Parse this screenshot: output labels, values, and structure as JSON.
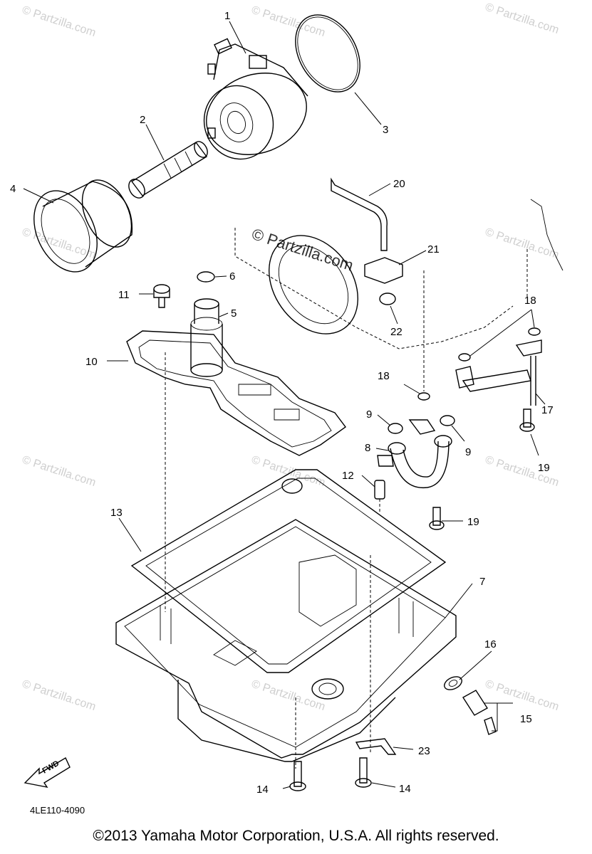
{
  "watermarks": {
    "site": "© Partzilla.com",
    "center": "© Partzilla.com"
  },
  "callouts": [
    {
      "id": "1",
      "text": "1"
    },
    {
      "id": "2",
      "text": "2"
    },
    {
      "id": "3",
      "text": "3"
    },
    {
      "id": "4",
      "text": "4"
    },
    {
      "id": "5",
      "text": "5"
    },
    {
      "id": "6",
      "text": "6"
    },
    {
      "id": "7",
      "text": "7"
    },
    {
      "id": "8",
      "text": "8"
    },
    {
      "id": "9a",
      "text": "9"
    },
    {
      "id": "9b",
      "text": "9"
    },
    {
      "id": "10",
      "text": "10"
    },
    {
      "id": "11",
      "text": "11"
    },
    {
      "id": "12",
      "text": "12"
    },
    {
      "id": "13",
      "text": "13"
    },
    {
      "id": "14a",
      "text": "14"
    },
    {
      "id": "14b",
      "text": "14"
    },
    {
      "id": "15",
      "text": "15"
    },
    {
      "id": "16",
      "text": "16"
    },
    {
      "id": "17",
      "text": "17"
    },
    {
      "id": "18a",
      "text": "18"
    },
    {
      "id": "18b",
      "text": "18"
    },
    {
      "id": "19a",
      "text": "19"
    },
    {
      "id": "19b",
      "text": "19"
    },
    {
      "id": "20",
      "text": "20"
    },
    {
      "id": "21",
      "text": "21"
    },
    {
      "id": "22",
      "text": "22"
    },
    {
      "id": "23",
      "text": "23"
    }
  ],
  "fwd_label": "FWD",
  "diagram_code": "4LE110-4090",
  "copyright": "©2013  Yamaha Motor Corporation, U.S.A. All rights reserved."
}
